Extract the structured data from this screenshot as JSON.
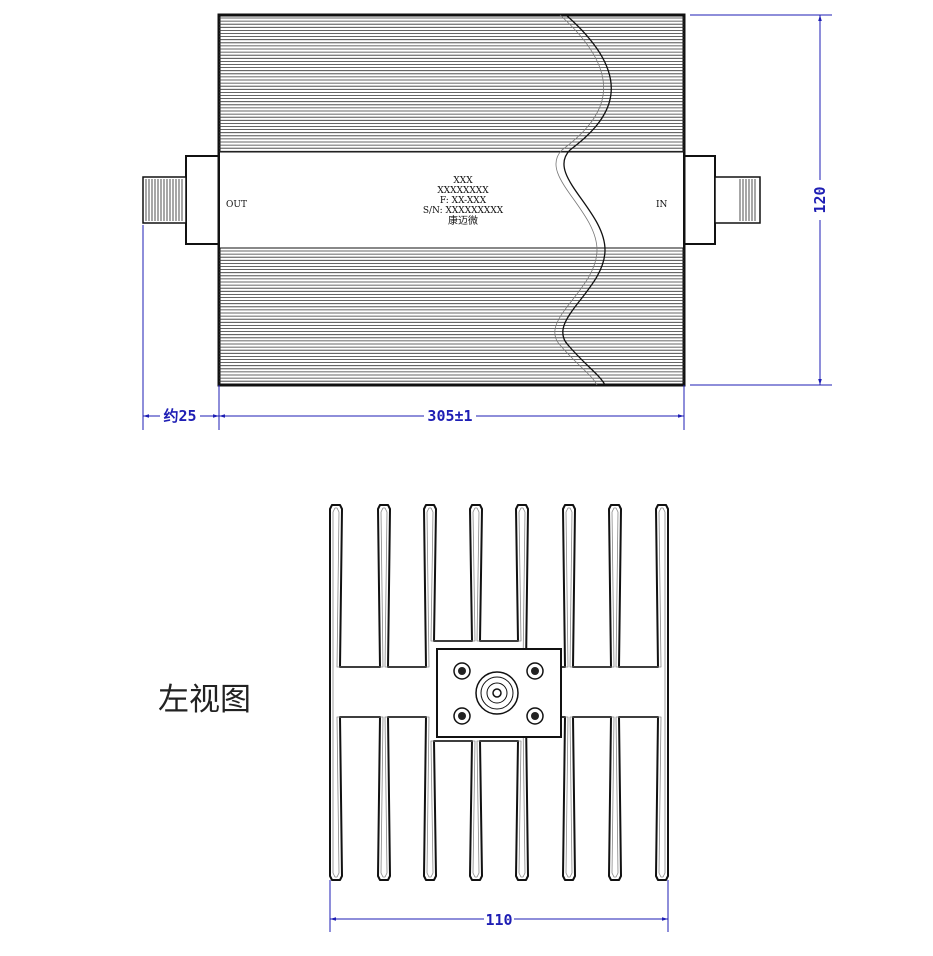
{
  "front_view": {
    "port_left": "OUT",
    "port_right": "IN",
    "label_lines": [
      "XXX",
      "XXXXXXXX",
      "F: XX-XXX",
      "S/N: XXXXXXXXX",
      "康迈微"
    ]
  },
  "dimensions": {
    "length": "305±1",
    "connector": "约25",
    "height": "120",
    "width": "110"
  },
  "side_view": {
    "title": "左视图"
  },
  "colors": {
    "dimension": "#1e1eb4",
    "outline": "#111111"
  }
}
